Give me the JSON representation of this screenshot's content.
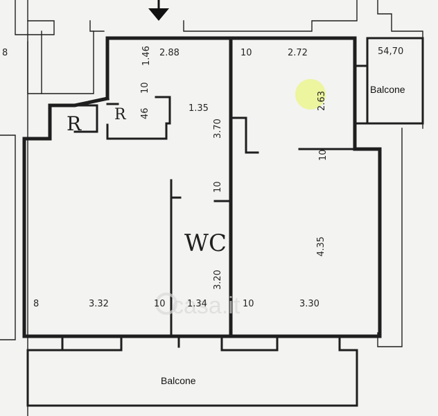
{
  "labels": {
    "balcone_top": "Balcone",
    "balcone_bottom": "Balcone",
    "wc": "WC",
    "r_left": "R",
    "r_small": "R",
    "balcone_dim": "54,70",
    "watermark": "casa.it"
  },
  "dimensions": {
    "d1_46": "1.46",
    "d2_88": "2.88",
    "d10_a": "10",
    "d2_72": "2.72",
    "d10_b": "10",
    "d46": "46",
    "d1_35": "1.35",
    "d3_70": "3.70",
    "d2_63": "2.63",
    "d10_c": "10",
    "d10_d": "10",
    "d4_35": "4.35",
    "d3_20": "3.20",
    "d8": "8",
    "d3_32": "3.32",
    "d10_e": "10",
    "d1_34": "1.34",
    "d10_f": "10",
    "d3_30": "3.30",
    "d8_edge": "8"
  },
  "colors": {
    "highlight": "#e8f55a",
    "ink": "#1e1e1e",
    "paper": "#f3f3f1"
  }
}
